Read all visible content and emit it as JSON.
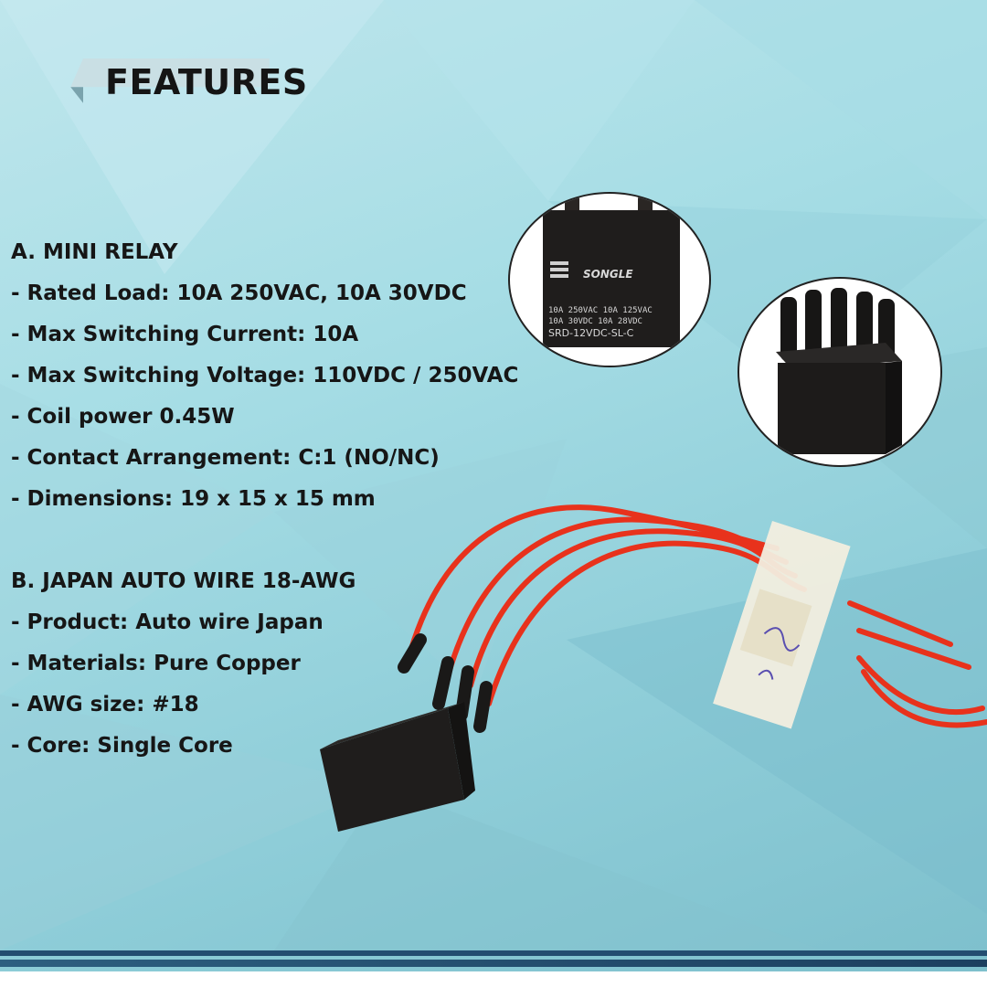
{
  "header": {
    "title": "FEATURES"
  },
  "section_a": {
    "title": "A. MINI RELAY",
    "items": [
      "- Rated Load: 10A 250VAC, 10A 30VDC",
      "- Max Switching Current: 10A",
      "- Max Switching Voltage: 110VDC / 250VAC",
      "- Coil power 0.45W",
      "- Contact Arrangement: C:1 (NO/NC)",
      "- Dimensions: 19 x 15 x 15 mm"
    ]
  },
  "section_b": {
    "title": "B. JAPAN AUTO WIRE 18-AWG",
    "items": [
      "- Product: Auto wire Japan",
      "- Materials: Pure Copper",
      "- AWG size: #18",
      "- Core: Single Core"
    ]
  },
  "relay_label": {
    "brand": "SONGLE",
    "line1": "10A 250VAC  10A 125VAC",
    "line2": "10A  30VDC  10A  28VDC",
    "model": "SRD-12VDC-SL-C"
  },
  "colors": {
    "banner": "#c9dfe4",
    "text": "#161616",
    "wire": "#e8321c",
    "relay": "#1f1d1c"
  }
}
